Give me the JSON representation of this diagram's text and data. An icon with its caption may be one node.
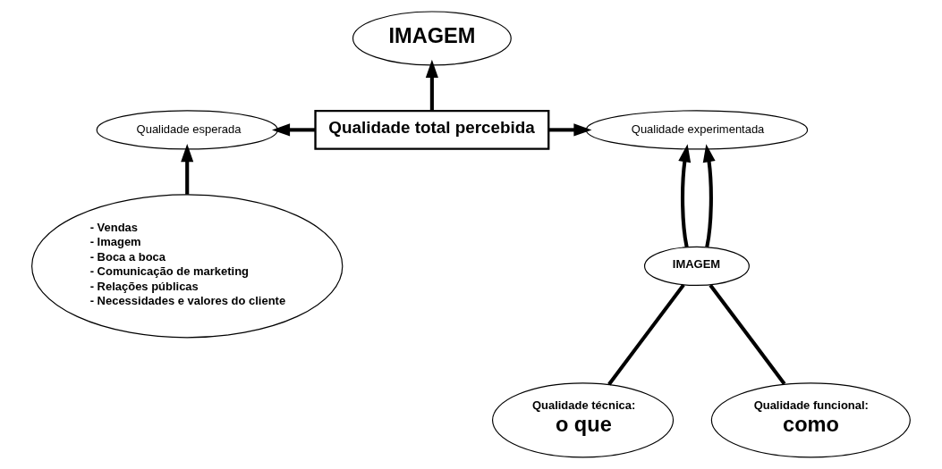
{
  "diagram": {
    "nodes": [
      {
        "text": [
          "IMAGEM"
        ]
      },
      {
        "text": [
          "Qualidade esperada"
        ]
      },
      {
        "text": [
          "Qualidade total percebida"
        ]
      },
      {
        "text": [
          "Qualidade experimentada"
        ]
      },
      {
        "text": [
          "- Vendas",
          "- Imagem",
          "- Boca a boca",
          "- Comunicação de marketing",
          "- Relações públicas",
          "- Necessidades e valores do cliente"
        ]
      },
      {
        "text": [
          "IMAGEM"
        ]
      },
      {
        "text": [
          "Qualidade técnica:",
          "o que"
        ]
      },
      {
        "text": [
          "Qualidade funcional:",
          "como"
        ]
      }
    ],
    "edges": [
      {
        "from": 2,
        "to": 1,
        "arrow": "to"
      },
      {
        "from": 2,
        "to": 3,
        "arrow": "to"
      },
      {
        "from": 2,
        "to": 0,
        "arrow": "to"
      },
      {
        "from": 4,
        "to": 1,
        "arrow": "to"
      },
      {
        "from": 5,
        "to": 3,
        "arrow": "to"
      },
      {
        "from": 5,
        "to": 3,
        "arrow": "to"
      },
      {
        "from": 6,
        "to": 5,
        "arrow": "none"
      },
      {
        "from": 7,
        "to": 5,
        "arrow": "none"
      }
    ]
  }
}
